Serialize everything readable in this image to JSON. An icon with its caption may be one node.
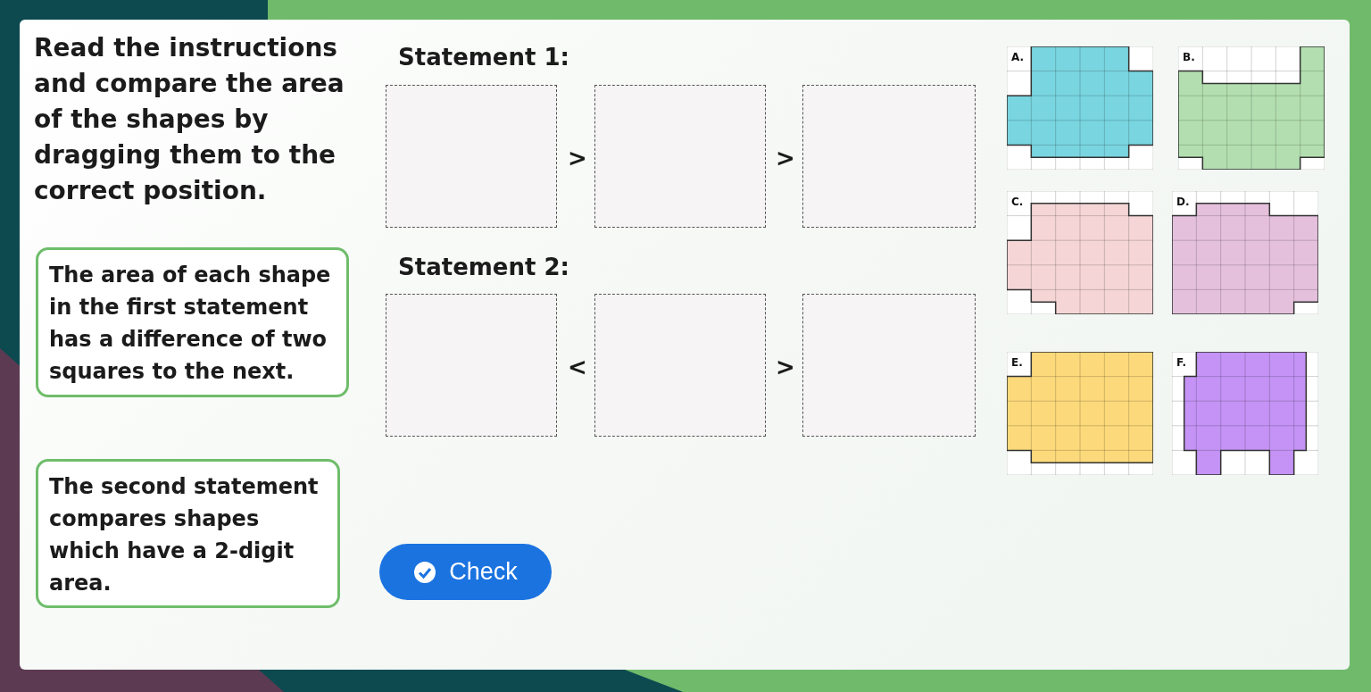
{
  "diagram": {
    "nodes": [
      {
        "text": [
          "The area of each shape in the first statement has a difference of two squares to the next."
        ]
      },
      {
        "text": [
          "The second statement compares shapes which have a 2-digit area."
        ]
      },
      {
        "text": [],
        "shape": "box"
      },
      {
        "text": [],
        "shape": "box"
      },
      {
        "text": [],
        "shape": "box"
      },
      {
        "text": [],
        "shape": "box"
      },
      {
        "text": [],
        "shape": "box"
      },
      {
        "text": [],
        "shape": "box"
      },
      {
        "text": [
          "A."
        ]
      },
      {
        "text": [
          "B."
        ]
      },
      {
        "text": [
          "C."
        ]
      },
      {
        "text": [
          "D."
        ]
      },
      {
        "text": [
          "E."
        ]
      },
      {
        "text": [
          "F."
        ]
      },
      {
        "text": [
          "Check"
        ]
      }
    ],
    "labels": [
      "Read the instructions and compare the area of the shapes by dragging them to the correct position.",
      "Statement 1:",
      ">",
      ">",
      "Statement 2:",
      "<",
      ">"
    ]
  }
}
